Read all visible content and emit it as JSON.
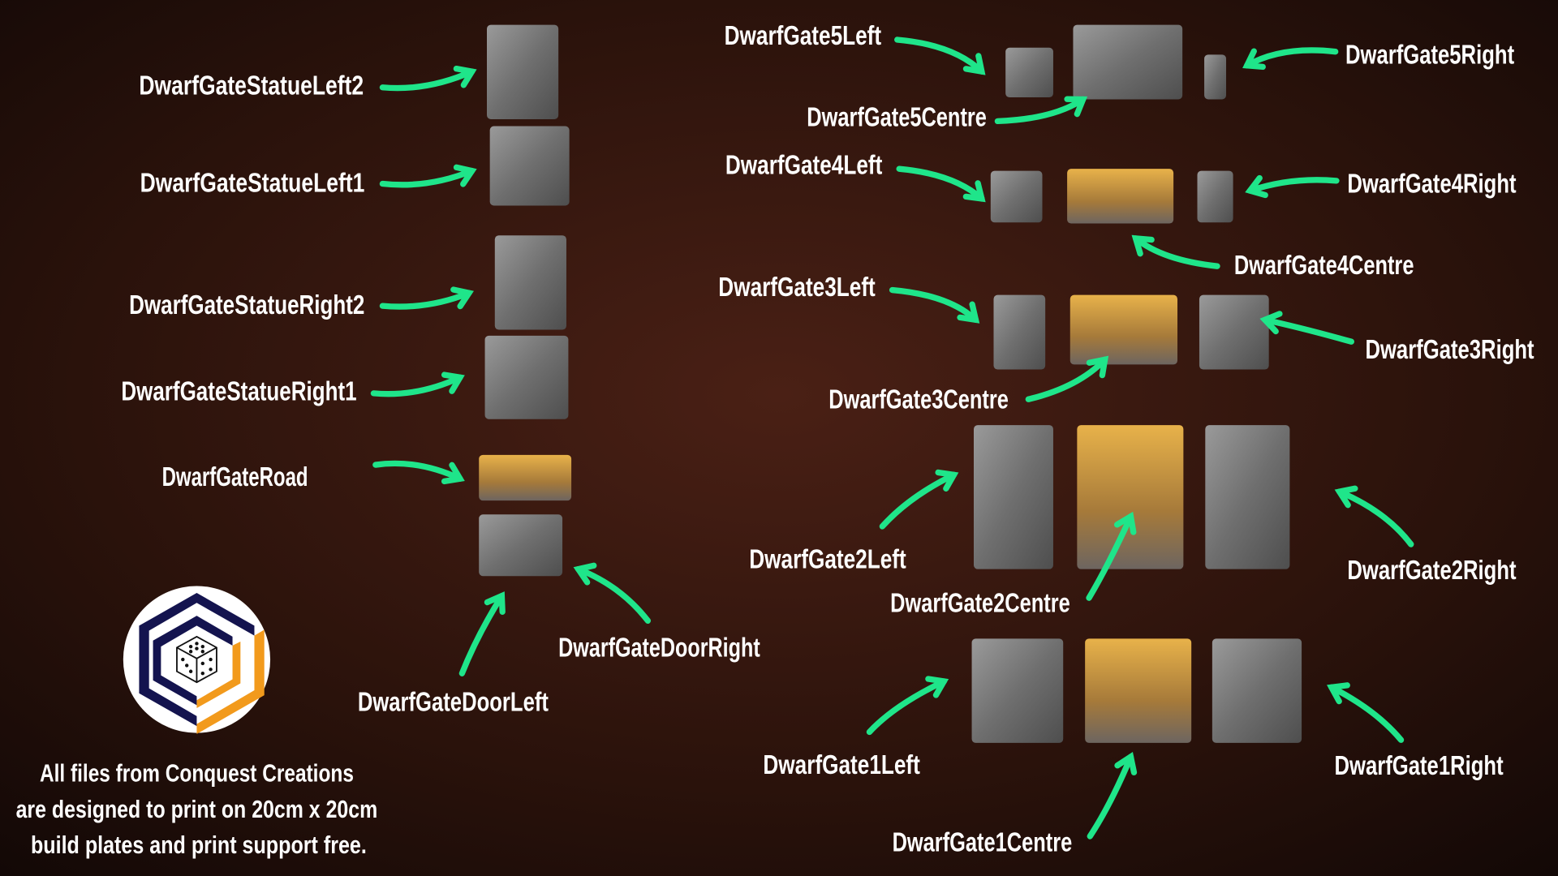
{
  "labels": {
    "statue_left2": "DwarfGateStatueLeft2",
    "statue_left1": "DwarfGateStatueLeft1",
    "statue_right2": "DwarfGateStatueRight2",
    "statue_right1": "DwarfGateStatueRight1",
    "road": "DwarfGateRoad",
    "door_left": "DwarfGateDoorLeft",
    "door_right": "DwarfGateDoorRight",
    "gate5_left": "DwarfGate5Left",
    "gate5_centre": "DwarfGate5Centre",
    "gate5_right": "DwarfGate5Right",
    "gate4_left": "DwarfGate4Left",
    "gate4_centre": "DwarfGate4Centre",
    "gate4_right": "DwarfGate4Right",
    "gate3_left": "DwarfGate3Left",
    "gate3_centre": "DwarfGate3Centre",
    "gate3_right": "DwarfGate3Right",
    "gate2_left": "DwarfGate2Left",
    "gate2_centre": "DwarfGate2Centre",
    "gate2_right": "DwarfGate2Right",
    "gate1_left": "DwarfGate1Left",
    "gate1_centre": "DwarfGate1Centre",
    "gate1_right": "DwarfGate1Right"
  },
  "footer": {
    "line1": "All files from Conquest Creations",
    "line2": "are designed to print on 20cm x 20cm",
    "line3": "build plates and print support free."
  },
  "logo": {
    "brand": "Conquest Creations",
    "icon": "dice-icon"
  },
  "colors": {
    "arrow": "#1fe58a",
    "background": "#2a120b",
    "logo_navy": "#14144f",
    "logo_orange": "#f29a1c",
    "text": "#ffffff"
  }
}
